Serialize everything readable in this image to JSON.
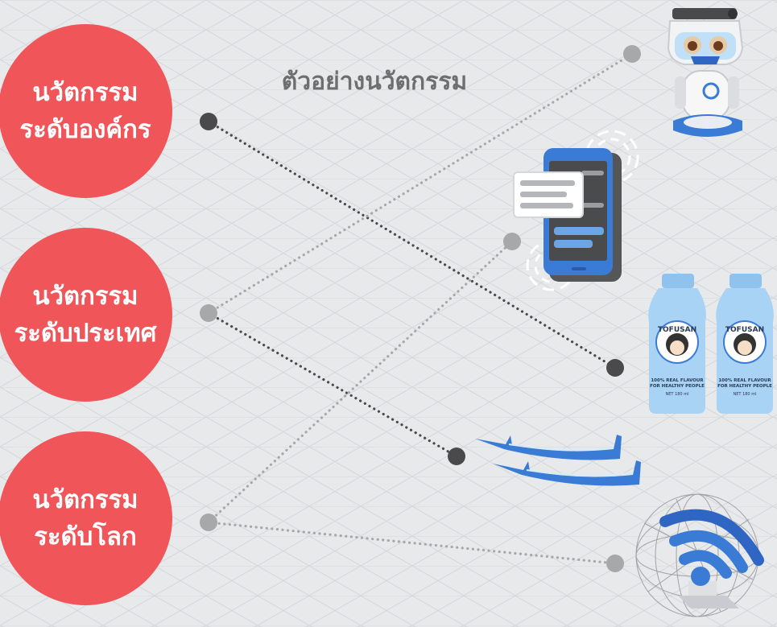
{
  "title": "ตัวอย่างนวัตกรรม",
  "levels": [
    {
      "line1": "นวัตกรรม",
      "line2": "ระดับองค์กร"
    },
    {
      "line1": "นวัตกรรม",
      "line2": "ระดับประเทศ"
    },
    {
      "line1": "นวัตกรรม",
      "line2": "ระดับโลก"
    }
  ],
  "bottle": {
    "brand": "TOFUSAN",
    "tagline1": "100% REAL FLAVOUR",
    "tagline2": "FOR HEALTHY PEOPLE",
    "net": "NET 180 ml"
  },
  "colors": {
    "circle": "#ef5559",
    "node_dark": "#4a4a4c",
    "node_grey": "#a7a8aa",
    "accent_blue": "#3a7bd5",
    "background": "#e8e9eb"
  },
  "icons": [
    "robot-icon",
    "smartphone-chat-icon",
    "soymilk-bottle-icon",
    "dental-floss-icon",
    "wifi-globe-icon"
  ]
}
